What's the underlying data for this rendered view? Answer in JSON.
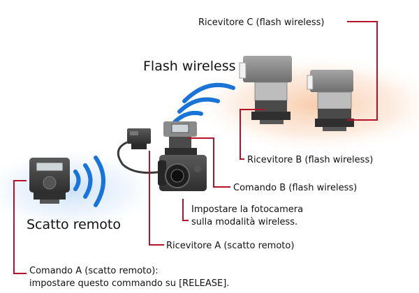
{
  "title": "",
  "captions": {
    "flash_wireless": "Flash wireless",
    "scatto_remoto": "Scatto remoto"
  },
  "labels": {
    "receiver_c": "Ricevitore C (flash wireless)",
    "receiver_b": "Ricevitore B (flash wireless)",
    "command_b": "Comando B (flash wireless)",
    "set_camera_line1": "Impostare la fotocamera",
    "set_camera_line2": "sulla modalità wireless.",
    "receiver_a": "Ricevitore A (scatto remoto)",
    "command_a_line1": "Comando A (scatto remoto):",
    "command_a_line2": "impostare questo commando su [RELEASE]."
  },
  "colors": {
    "callout_line": "#b5122a",
    "wireless_waves": "#1a73d6",
    "flash_glow": "#f7c9a6",
    "remote_glow": "#c9dff6",
    "device_body": "#3f3f3f",
    "flash_head": "#8d8d8d"
  },
  "icons": [
    "flash-unit-icon",
    "camera-icon",
    "remote-commander-icon",
    "wireless-wave-icon"
  ]
}
